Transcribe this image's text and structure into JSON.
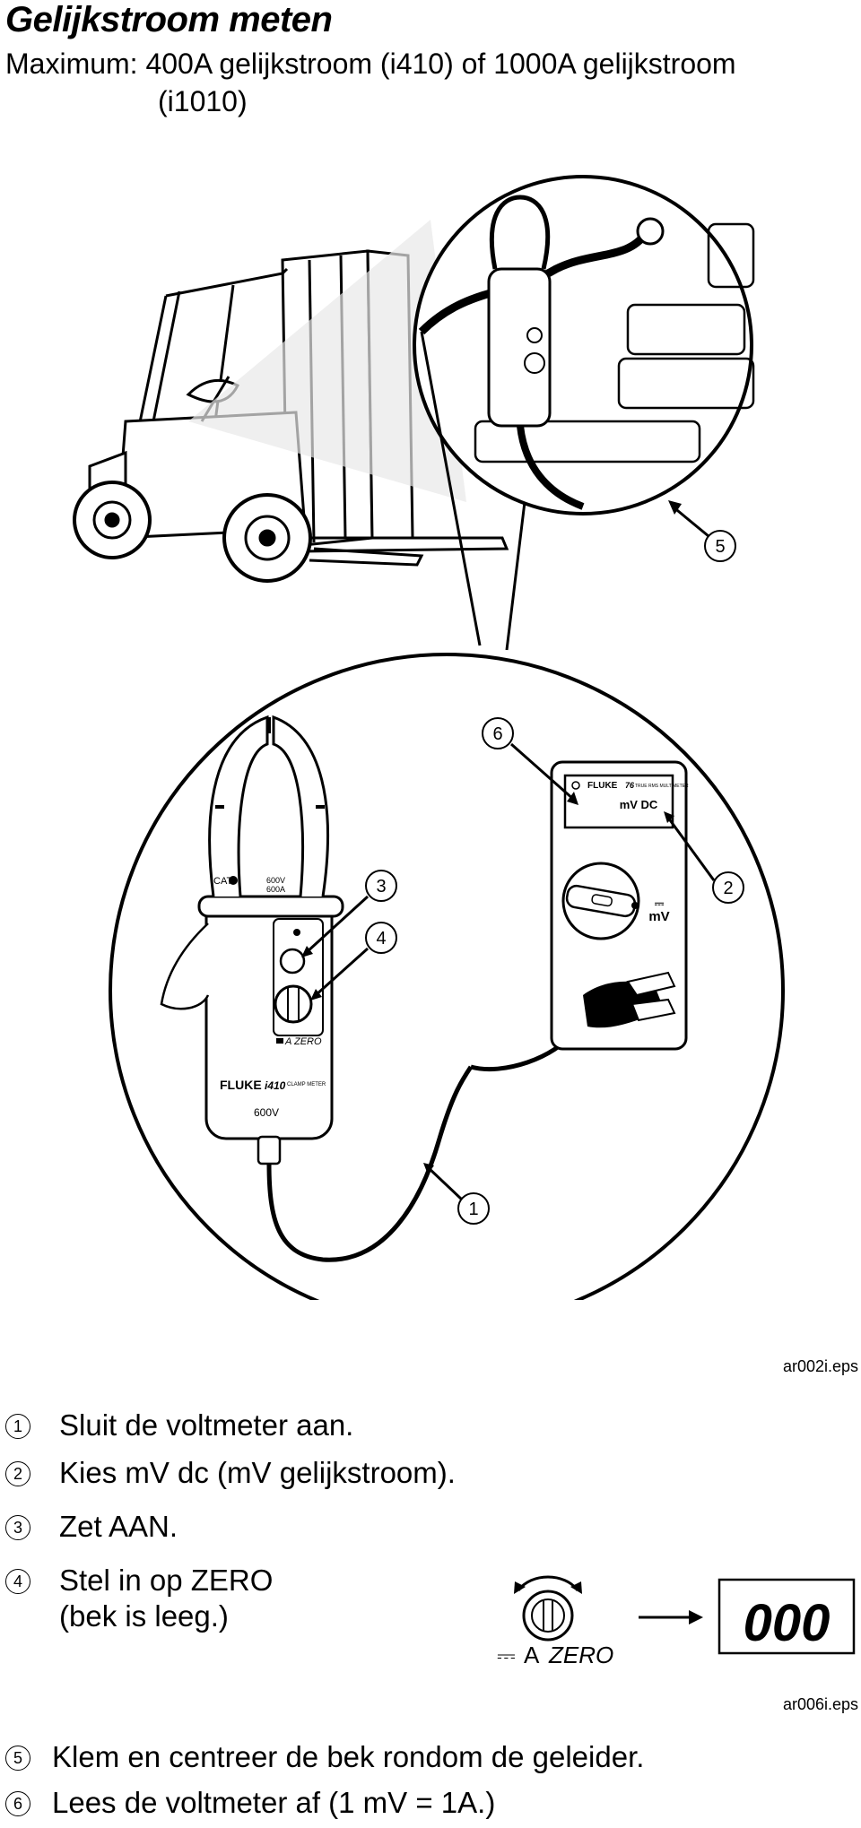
{
  "title": "Gelijkstroom meten",
  "subtitle_line1": "Maximum: 400A gelijkstroom (i410) of 1000A gelijkstroom",
  "subtitle_line2": "(i1010)",
  "figure1": {
    "eps_label": "ar002i.eps",
    "callouts": [
      "5",
      "6",
      "3",
      "2",
      "4",
      "1"
    ],
    "clamp_labels": {
      "cat": "CAT",
      "rating1": "600V",
      "rating2": "600A",
      "zero": "A ZERO",
      "brand": "FLUKE",
      "model": "i410",
      "model_sub": "CLAMP METER",
      "voltage": "600V"
    },
    "meter_labels": {
      "brand": "FLUKE",
      "model": "76",
      "model_sub": "TRUE RMS MULTIMETER",
      "display": "mV DC",
      "range": "mV",
      "range_symbol": "⎓"
    }
  },
  "steps": [
    {
      "num": "1",
      "text": "Sluit de voltmeter aan."
    },
    {
      "num": "2",
      "text": "Kies mV dc (mV gelijkstroom)."
    },
    {
      "num": "3",
      "text": "Zet AAN."
    },
    {
      "num": "4",
      "text_line1": "Stel in op ZERO",
      "text_line2": "(bek is leeg.)"
    }
  ],
  "figure2": {
    "knob_label_symbol": "⎓",
    "knob_label_a": "A",
    "knob_label_zero": "ZERO",
    "display_value": "000",
    "eps_label": "ar006i.eps"
  },
  "steps2": [
    {
      "num": "5",
      "text": "Klem en centreer de bek rondom de geleider."
    },
    {
      "num": "6",
      "text": "Lees de voltmeter af (1 mV = 1A.)"
    }
  ]
}
